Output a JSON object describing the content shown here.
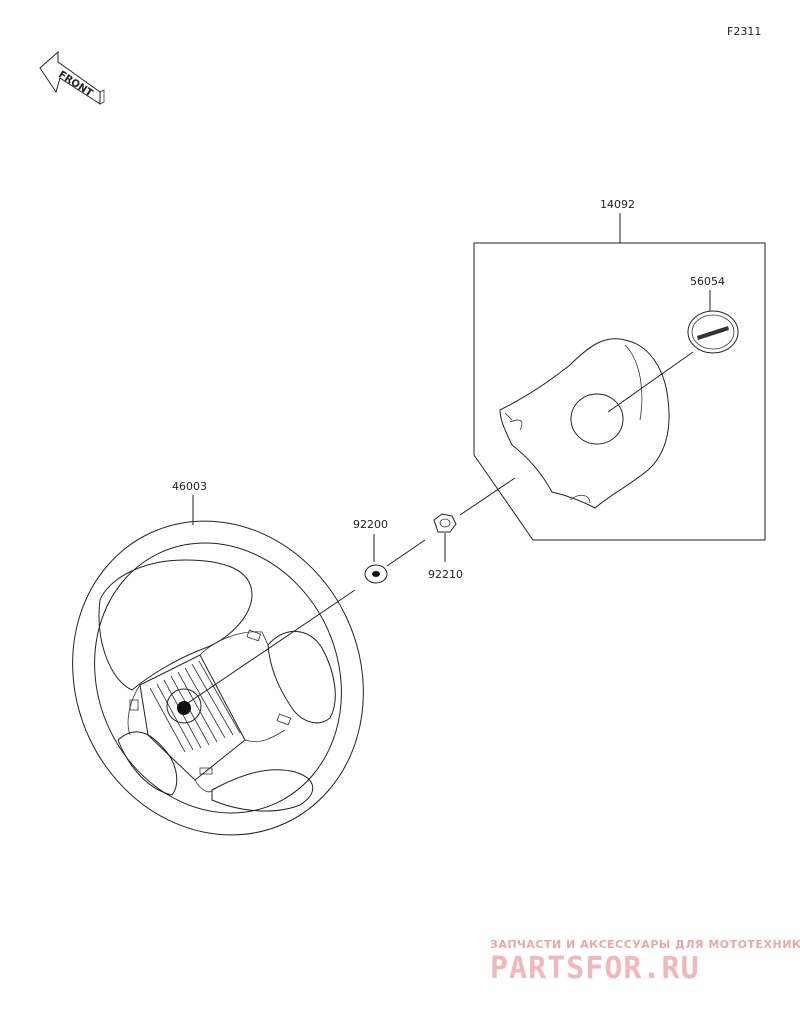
{
  "figure_code": "F2311",
  "front_arrow": {
    "label": "FRONT"
  },
  "parts": [
    {
      "number": "14092"
    },
    {
      "number": "56054"
    },
    {
      "number": "46003"
    },
    {
      "number": "92200"
    },
    {
      "number": "92210"
    }
  ],
  "watermark": {
    "tagline": "ЗАПЧАСТИ И АКСЕССУАРЫ ДЛЯ МОТОТЕХНИКИ",
    "brand": "PARTSFOR.RU"
  }
}
